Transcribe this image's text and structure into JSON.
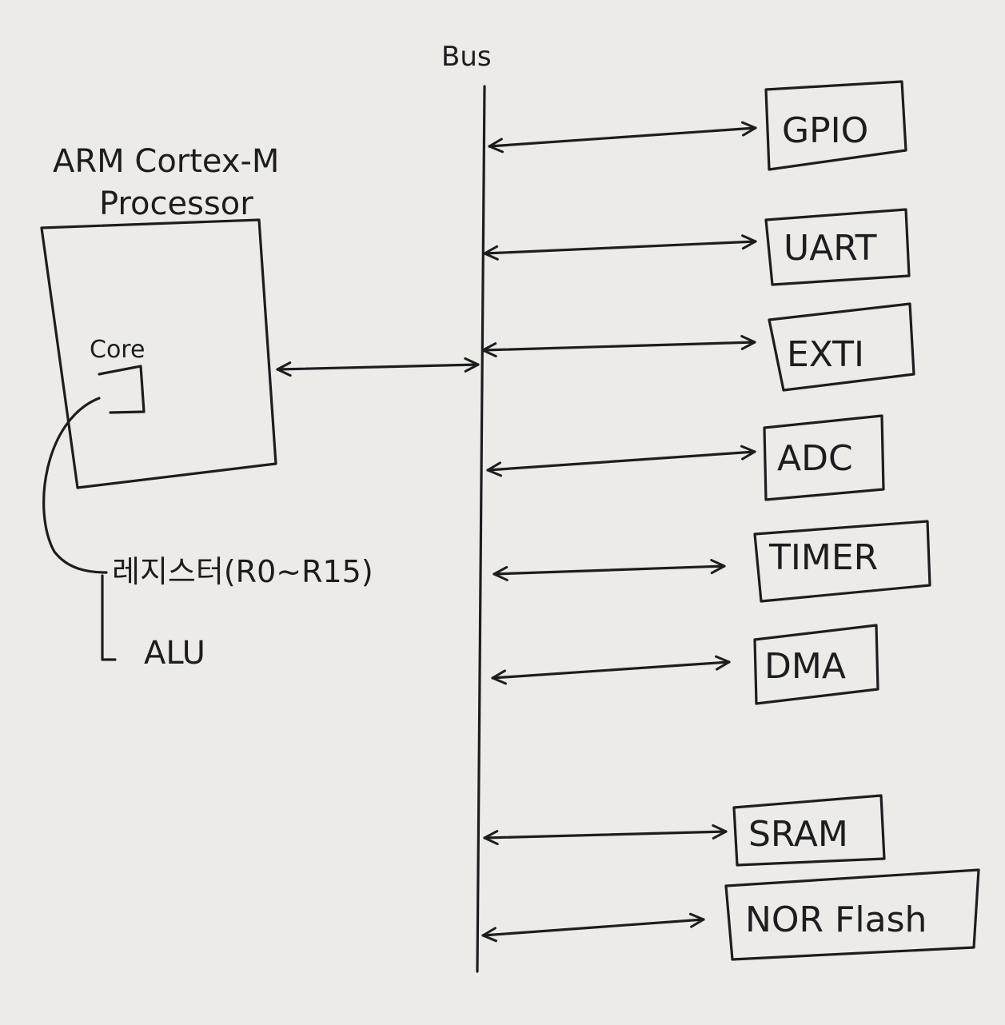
{
  "bus": {
    "label": "Bus"
  },
  "processor": {
    "title_line1": "ARM Cortex-M",
    "title_line2": "Processor",
    "core_label": "Core",
    "register_label": "레지스터(R0~R15)",
    "alu_label": "ALU"
  },
  "peripherals": [
    {
      "label": "GPIO"
    },
    {
      "label": "UART"
    },
    {
      "label": "EXTI"
    },
    {
      "label": "ADC"
    },
    {
      "label": "TIMER"
    },
    {
      "label": "DMA"
    },
    {
      "label": "SRAM"
    },
    {
      "label": "NOR Flash"
    }
  ],
  "colors": {
    "ink": "#1d1d1f",
    "paper": "#ecebe7"
  }
}
